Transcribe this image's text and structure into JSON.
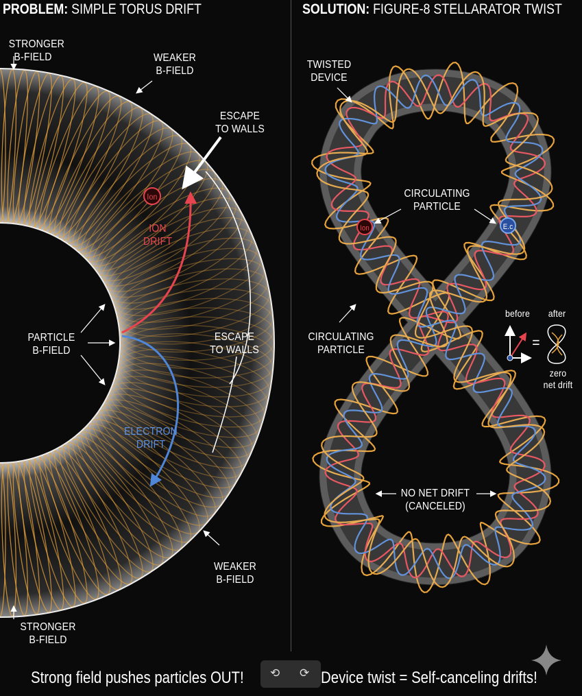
{
  "left": {
    "title_bold": "PROBLEM:",
    "title_rest": " SIMPLE TORUS DRIFT",
    "stronger_top": [
      "STRONGER",
      "B-FIELD"
    ],
    "weaker_top": [
      "WEAKER",
      "B-FIELD"
    ],
    "escape_top": [
      "ESCAPE",
      "TO WALLS"
    ],
    "ion_badge": "Ion",
    "ion_drift": [
      "ION",
      "DRIFT"
    ],
    "particle_bfield": [
      "PARTICLE",
      "B-FIELD"
    ],
    "escape_mid": [
      "ESCAPE",
      "TO WALLS"
    ],
    "electron_drift": [
      "ELECTRON",
      "DRIFT"
    ],
    "weaker_bottom": [
      "WEAKER",
      "B-FIELD"
    ],
    "stronger_bottom": [
      "STRONGER",
      "B-FIELD"
    ]
  },
  "right": {
    "title_bold": "SOLUTION:",
    "title_rest": " FIGURE-8 STELLARATOR TWIST",
    "twisted_device": [
      "TWISTED",
      "DEVICE"
    ],
    "circulating_top": [
      "CIRCULATING",
      "PARTICLE"
    ],
    "ion_badge": "Ion",
    "electron_badge": "E.c",
    "circulating_left": [
      "CIRCULATING",
      "PARTICLE"
    ],
    "before": "before",
    "after": "after",
    "equals": "=",
    "zero_net": [
      "zero",
      "net drift"
    ],
    "no_net_drift": [
      "NO NET DRIFT",
      "(CANCELED)"
    ]
  },
  "footer": {
    "left": "Strong field pushes particles OUT!",
    "right": "Device twist = Self-canceling drifts!"
  },
  "colors": {
    "orange": "#e6a23c",
    "ion": "#e8444f",
    "electron": "#4f86d8",
    "tube": "#d8d8d8"
  }
}
